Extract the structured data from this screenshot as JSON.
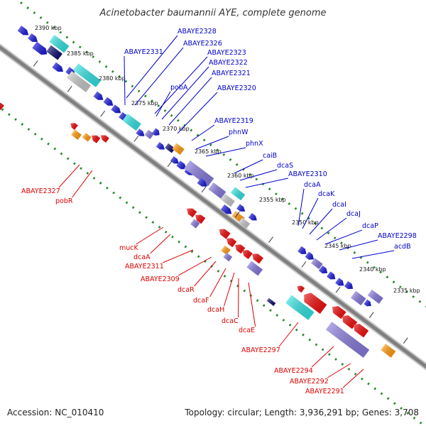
{
  "title": "Acinetobacter baumannii AYE, complete genome",
  "accession": "Accession: NC_010410",
  "summary": "Topology: circular; Length: 3,936,291 bp; Genes: 3,708",
  "colors": {
    "forward_label": "#0000cc",
    "reverse_label": "#dd0000",
    "backbone": "#8a8a8a",
    "ring": "#2a8a2a",
    "blue_gene": "#1414d4",
    "red_gene": "#ee1111",
    "cyan_gene": "#33dede",
    "orange_gene": "#ff9a10",
    "purple_gene": "#8478d8",
    "navy_gene": "#101070",
    "gray_gene": "#c4c4c4"
  },
  "ticks": [
    {
      "label": "2390 kbp"
    },
    {
      "label": "2385 kbp"
    },
    {
      "label": "2380 kbp"
    },
    {
      "label": "2375 kbp"
    },
    {
      "label": "2370 kbp"
    },
    {
      "label": "2365 kbp"
    },
    {
      "label": "2360 kbp"
    },
    {
      "label": "2355 kbp"
    },
    {
      "label": "2350 kbp"
    },
    {
      "label": "2345 kbp"
    },
    {
      "label": "2340 kbp"
    },
    {
      "label": "2335 kbp"
    }
  ],
  "forward_labels": [
    {
      "text": "ABAYE2328"
    },
    {
      "text": "ABAYE2326"
    },
    {
      "text": "ABAYE2331"
    },
    {
      "text": "ABAYE2323"
    },
    {
      "text": "ABAYE2322"
    },
    {
      "text": "ABAYE2321"
    },
    {
      "text": "pobA"
    },
    {
      "text": "ABAYE2320"
    },
    {
      "text": "ABAYE2319"
    },
    {
      "text": "phnW"
    },
    {
      "text": "phnX"
    },
    {
      "text": "caiB"
    },
    {
      "text": "dcaS"
    },
    {
      "text": "ABAYE2310"
    },
    {
      "text": "dcaA"
    },
    {
      "text": "dcaK"
    },
    {
      "text": "dcaI"
    },
    {
      "text": "dcaJ"
    },
    {
      "text": "dcaP"
    },
    {
      "text": "ABAYE2298"
    },
    {
      "text": "acdB"
    }
  ],
  "reverse_labels": [
    {
      "text": "ABAYE2327"
    },
    {
      "text": "pobR"
    },
    {
      "text": "mucK"
    },
    {
      "text": "dcaA"
    },
    {
      "text": "ABAYE2311"
    },
    {
      "text": "ABAYE2309"
    },
    {
      "text": "dcaR"
    },
    {
      "text": "dcaF"
    },
    {
      "text": "dcaH"
    },
    {
      "text": "dcaC"
    },
    {
      "text": "dcaE"
    },
    {
      "text": "ABAYE2297"
    },
    {
      "text": "ABAYE2294"
    },
    {
      "text": "ABAYE2292"
    },
    {
      "text": "ABAYE2291"
    }
  ]
}
